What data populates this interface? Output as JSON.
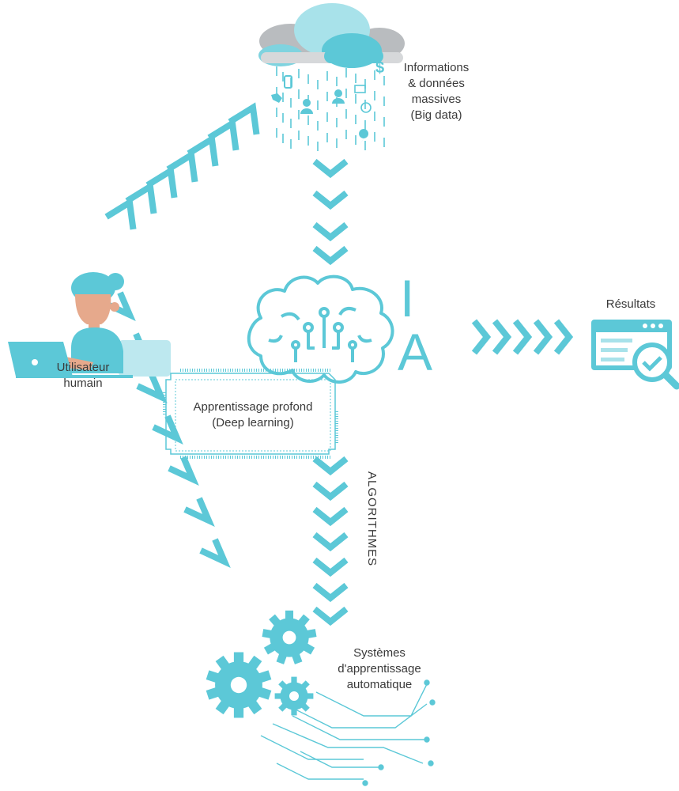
{
  "diagram": {
    "big_data_label": [
      "Informations",
      "& données",
      "massives",
      "(Big data)"
    ],
    "ia_letters": [
      "I",
      "A"
    ],
    "results_label": "Résultats",
    "user_label": [
      "Utilisateur",
      "humain"
    ],
    "deep_learning_label": [
      "Apprentissage profond",
      "(Deep learning)"
    ],
    "algorithms_label": "ALGORITHMES",
    "ml_label": [
      "Systèmes",
      "d'apprentissage",
      "automatique"
    ]
  },
  "colors": {
    "accent": "#5cc8d7",
    "accent_light": "#a8e2ea",
    "cloud_gray": "#b9bcbf",
    "skin": "#e6a98c",
    "hair": "#5cc8d7",
    "text": "#3a3a3a"
  },
  "icons": [
    "cloud-icon",
    "brain-icon",
    "user-icon",
    "laptop-icon",
    "browser-search-icon",
    "gears-icon",
    "circuit-icon",
    "chevron-icon"
  ]
}
